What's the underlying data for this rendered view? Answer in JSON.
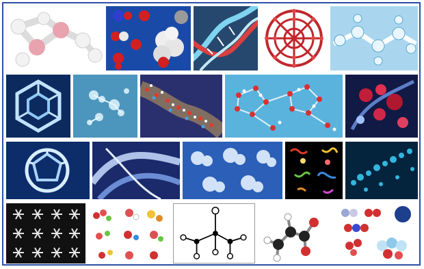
{
  "gallery": {
    "rows": [
      {
        "tiles": [
          "pink-ring-molecule",
          "colored-atoms-models",
          "dna-double-helix",
          "red-fullerene",
          "blue-chain-molecule"
        ]
      },
      {
        "tiles": [
          "glass-cage-molecule",
          "blue-floating-molecules",
          "dna-dots-strand",
          "water-molecule-network",
          "red-blue-swirl-molecule"
        ]
      },
      {
        "tiles": [
          "glass-fullerene-cage",
          "blue-ribbon-helix",
          "blue-spheres-molecules",
          "colorful-proteins-black",
          "cyan-dots-molecule"
        ]
      },
      {
        "tiles": [
          "snowflake-crystals",
          "molecule-models-grid",
          "structural-formula-diagram",
          "ball-stick-molecule",
          "atom-diagram-spheres"
        ]
      }
    ]
  },
  "colors": {
    "frame_border": "#2b4ea6",
    "molecule_red": "#c0262b",
    "molecule_blue": "#1d3f8c",
    "dna_cyan": "#7fd4f0",
    "pink_atom": "#e8a3ae"
  }
}
